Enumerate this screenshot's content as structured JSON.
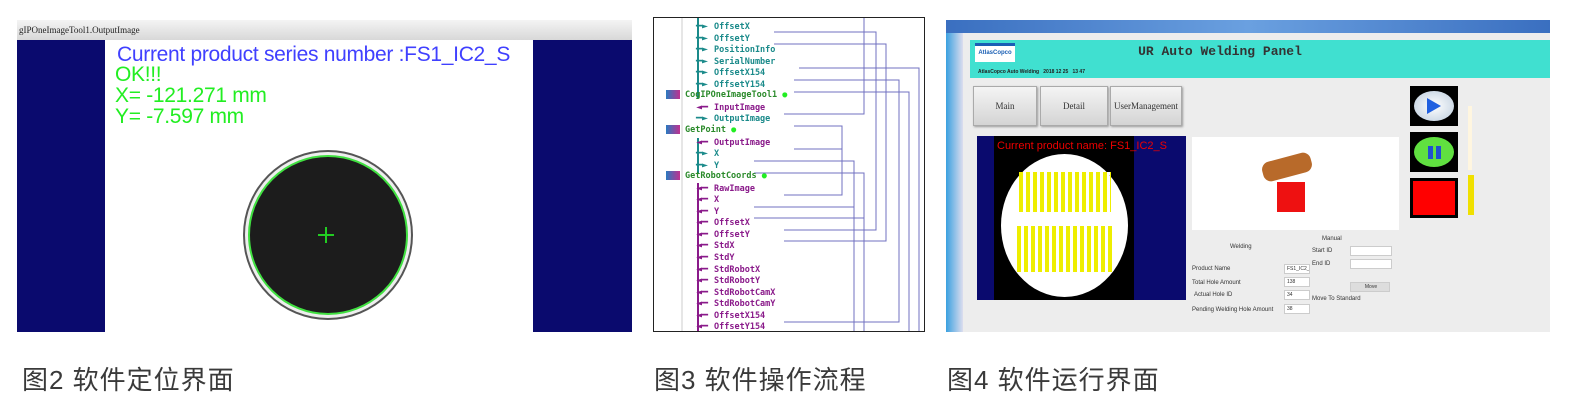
{
  "fig2": {
    "window_title": "gIPOneImageTool1.OutputImage",
    "series_text": "Current product series number :FS1_IC2_S",
    "status": "OK!!!",
    "x_text": "X= -121.271 mm",
    "y_text": "Y= -7.597 mm",
    "caption": "图2  软件定位界面"
  },
  "fig3": {
    "caption": "图3  软件操作流程",
    "rows": [
      {
        "label": "OffsetX",
        "kind": "out"
      },
      {
        "label": "OffsetY",
        "kind": "out"
      },
      {
        "label": "PositionInfo",
        "kind": "out"
      },
      {
        "label": "SerialNumber",
        "kind": "out"
      },
      {
        "label": "OffsetX154",
        "kind": "out"
      },
      {
        "label": "OffsetY154",
        "kind": "out"
      },
      {
        "label": "CogIPOneImageTool1",
        "kind": "tool"
      },
      {
        "label": "InputImage",
        "kind": "in"
      },
      {
        "label": "OutputImage",
        "kind": "out"
      },
      {
        "label": "GetPoint",
        "kind": "tool"
      },
      {
        "label": "OutputImage",
        "kind": "in"
      },
      {
        "label": "X",
        "kind": "out"
      },
      {
        "label": "Y",
        "kind": "out"
      },
      {
        "label": "GetRobotCoords",
        "kind": "tool"
      },
      {
        "label": "RawImage",
        "kind": "in"
      },
      {
        "label": "X",
        "kind": "in"
      },
      {
        "label": "Y",
        "kind": "in"
      },
      {
        "label": "OffsetX",
        "kind": "in"
      },
      {
        "label": "OffsetY",
        "kind": "in"
      },
      {
        "label": "StdX",
        "kind": "in"
      },
      {
        "label": "StdY",
        "kind": "in"
      },
      {
        "label": "StdRobotX",
        "kind": "in"
      },
      {
        "label": "StdRobotY",
        "kind": "in"
      },
      {
        "label": "StdRobotCamX",
        "kind": "in"
      },
      {
        "label": "StdRobotCamY",
        "kind": "in"
      },
      {
        "label": "OffsetX154",
        "kind": "in"
      },
      {
        "label": "OffsetY154",
        "kind": "in"
      }
    ],
    "colors": {
      "out": "#1a8a8a",
      "in": "#8a1a8a",
      "tool": "#2a8a2a",
      "link": "#7070c0"
    }
  },
  "fig4": {
    "caption": "图4  软件运行界面",
    "panel_title": "UR Auto Welding Panel",
    "logo": "AtlasCopco",
    "subtitle": "AtlasCopco Auto Welding   2018 12 25   13 47",
    "buttons": [
      "Main",
      "Detail",
      "UserManagement"
    ],
    "product_text": "Current product name: FS1_IC2_S",
    "form": {
      "welding_label": "Welding",
      "manual_label": "Manual",
      "product_name_label": "Product Name",
      "product_name_value": "FS1_IC2_S",
      "total_label": "Total Hole Amount",
      "total_value": "138",
      "actual_label": "Actual Hole ID",
      "actual_value": "34",
      "pending_label": "Pending Welding Hole Amount",
      "pending_value": "38",
      "start_label": "Start ID",
      "end_label": "End ID",
      "move_label": "Move To Standard",
      "move_button": "Move"
    },
    "colors": {
      "header": "#40e0d0",
      "stop": "#ff0000",
      "play": "#2060e0",
      "pause": "#60e040"
    }
  }
}
